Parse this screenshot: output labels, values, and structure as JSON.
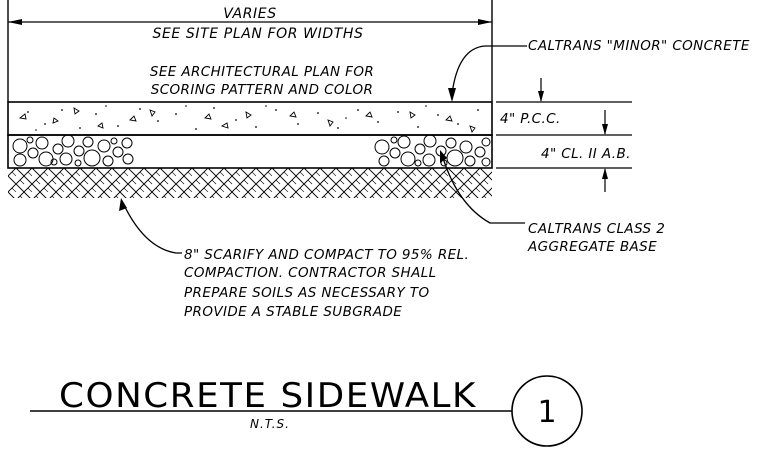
{
  "dimension": {
    "top_label": "VARIES",
    "top_sublabel": "SEE SITE PLAN FOR WIDTHS"
  },
  "notes": {
    "architectural": [
      "SEE ARCHITECTURAL PLAN FOR",
      "SCORING PATTERN AND COLOR"
    ],
    "concrete_callout": "CALTRANS \"MINOR\" CONCRETE",
    "pcc_thickness": "4\" P.C.C.",
    "ab_thickness": "4\" CL. II A.B.",
    "aggregate_callout": [
      "CALTRANS CLASS 2",
      "AGGREGATE BASE"
    ],
    "subgrade": [
      "8\" SCARIFY AND COMPACT TO 95% REL.",
      "COMPACTION. CONTRACTOR SHALL",
      "PREPARE SOILS AS NECESSARY TO",
      "PROVIDE A STABLE SUBGRADE"
    ]
  },
  "title_block": {
    "title": "CONCRETE SIDEWALK",
    "scale": "N.T.S.",
    "detail_number": "1"
  },
  "colors": {
    "ink": "#000000",
    "paper": "#ffffff"
  }
}
